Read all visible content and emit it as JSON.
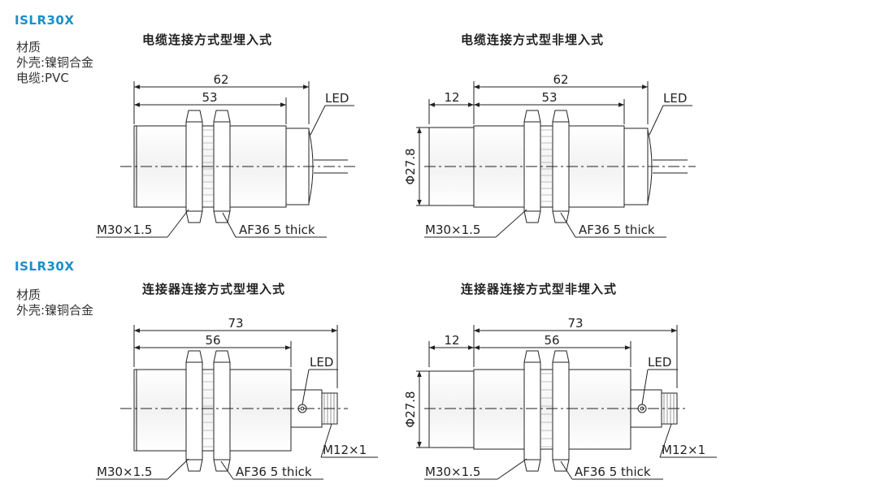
{
  "sections": [
    {
      "model": "ISLR30X",
      "material_lines": [
        "材质",
        "外壳:镍铜合金",
        "电缆:PVC"
      ],
      "diagrams": [
        {
          "title": "电缆连接方式型埋入式",
          "dims": {
            "total": "62",
            "body": "53"
          },
          "thread": "M30×1.5",
          "nut": "AF36 5 thick",
          "led": "LED"
        },
        {
          "title": "电缆连接方式型非埋入式",
          "dims": {
            "front": "12",
            "total": "62",
            "body": "53",
            "diameter": "Φ27.8"
          },
          "thread": "M30×1.5",
          "nut": "AF36 5 thick",
          "led": "LED"
        }
      ]
    },
    {
      "model": "ISLR30X",
      "material_lines": [
        "材质",
        "外壳:镍铜合金"
      ],
      "diagrams": [
        {
          "title": "连接器连接方式型埋入式",
          "dims": {
            "total": "73",
            "body": "56"
          },
          "thread": "M30×1.5",
          "nut": "AF36 5 thick",
          "led": "LED",
          "connector": "M12×1"
        },
        {
          "title": "连接器连接方式型非埋入式",
          "dims": {
            "front": "12",
            "total": "73",
            "body": "56",
            "diameter": "Φ27.8"
          },
          "thread": "M30×1.5",
          "nut": "AF36 5 thick",
          "led": "LED",
          "connector": "M12×1"
        }
      ]
    }
  ]
}
